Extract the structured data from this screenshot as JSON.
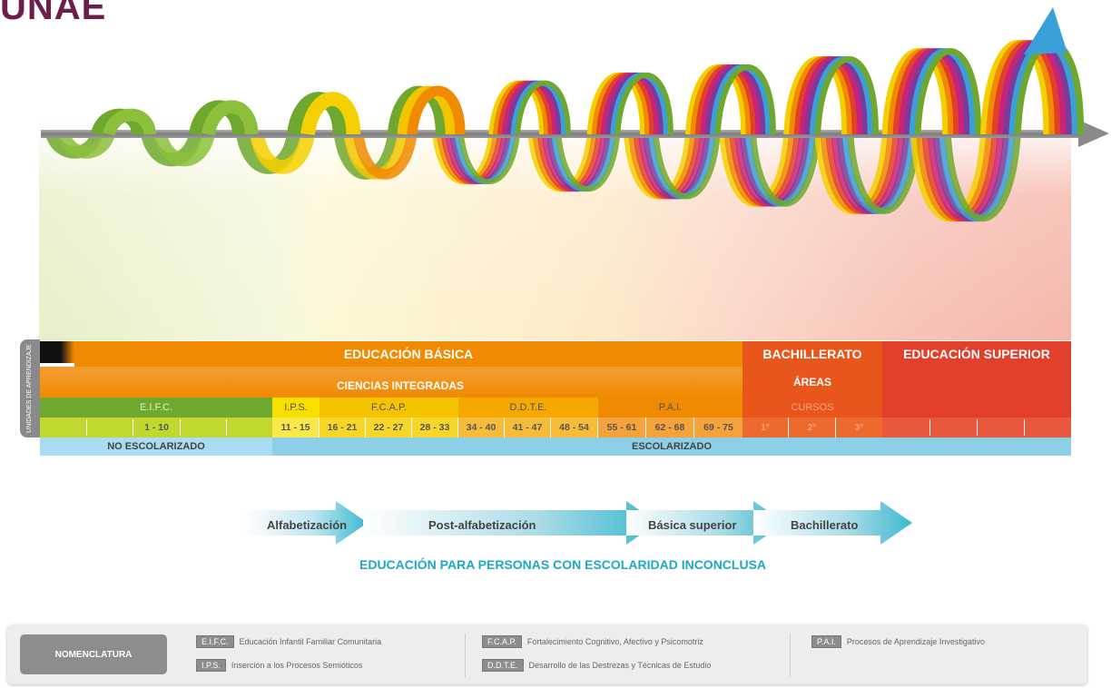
{
  "logo_text": "UNAE",
  "levels": {
    "educacion_basica": "EDUCACIÓN BÁSICA",
    "bachillerato": "BACHILLERATO",
    "educacion_superior": "EDUCACIÓN SUPERIOR",
    "ciencias_integradas": "CIENCIAS INTEGRADAS",
    "areas": "ÁREAS",
    "cursos": "CURSOS"
  },
  "side_tab_label": "UNIDADES DE APRENDIZAJE",
  "stages": [
    "E.I.F.C.",
    "I.P.S.",
    "F.C.A.P.",
    "D.D.T.E.",
    "P.A.I."
  ],
  "units": [
    "1 - 10",
    "11 - 15",
    "16 - 21",
    "22 - 27",
    "28 - 33",
    "34 - 40",
    "41 - 47",
    "48 - 54",
    "55 - 61",
    "62 - 68",
    "69 - 75"
  ],
  "courses": [
    "1°",
    "2°",
    "3°"
  ],
  "schooling": {
    "no_escolarizado": "NO ESCOLARIZADO",
    "escolarizado": "ESCOLARIZADO"
  },
  "inconclusa": {
    "arrows": [
      "Alfabetización",
      "Post-alfabetización",
      "Básica superior",
      "Bachillerato"
    ],
    "title": "EDUCACIÓN PARA PERSONAS CON ESCOLARIDAD INCONCLUSA"
  },
  "nomenclature": {
    "button": "NOMENCLATURA",
    "items": [
      {
        "abbr": "E.I.F.C.",
        "text": "Educación Infantil Familiar Comunitaria"
      },
      {
        "abbr": "I.P.S.",
        "text": "Inserción a los Procesos Semióticos"
      },
      {
        "abbr": "F.C.A.P.",
        "text": "Fortalecimiento Cognitivo, Afectivo y Psicomotriz"
      },
      {
        "abbr": "D.D.T.E.",
        "text": "Desarrollo de las Destrezas y Técnicas de Estudio"
      },
      {
        "abbr": "P.A.I.",
        "text": "Procesos de Aprendizaje Investigativo"
      }
    ]
  },
  "colors": {
    "green": "#6fa82e",
    "lime": "#c2d630",
    "yellow": "#f5d000",
    "orange": "#f08a00",
    "red": "#e2402a",
    "blue_band": "#8ecfe8",
    "teal_arrow": "#3cb8cf",
    "title_blue": "#1fa7c6"
  }
}
